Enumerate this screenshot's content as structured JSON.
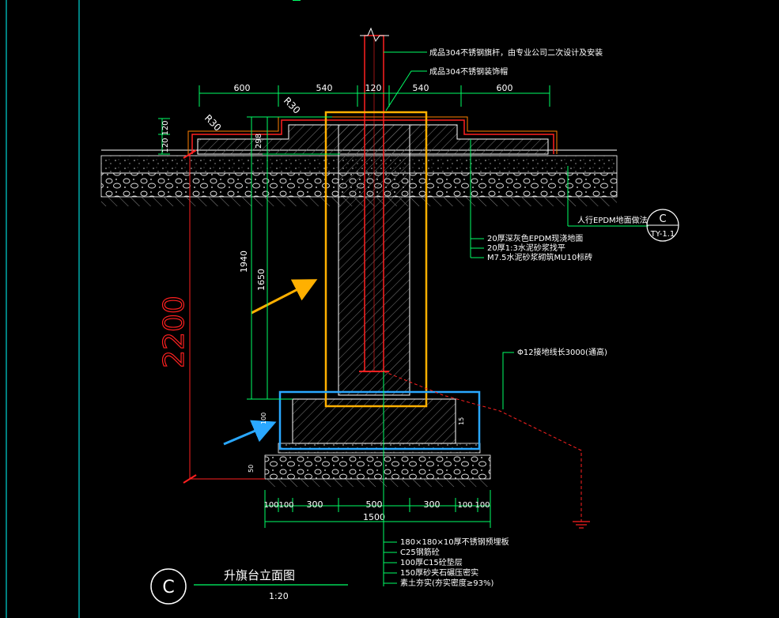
{
  "drawing": {
    "title": "升旗台立面图",
    "scale": "1:20",
    "view_id": "C"
  },
  "dimensions": {
    "top": [
      "600",
      "540",
      "120",
      "540",
      "600"
    ],
    "radius_left": "R30",
    "radius_right": "R30",
    "step_heights": [
      "120",
      "120"
    ],
    "dim_298": "298",
    "dim_1940": "1940",
    "dim_1650": "1650",
    "total_height": "2200",
    "bottom": [
      "100",
      "100",
      "300",
      "500",
      "300",
      "100",
      "100"
    ],
    "bottom_total": "1500",
    "small_left": [
      "100",
      "50"
    ],
    "small_right": "15"
  },
  "annotations": {
    "flagpole": "成品304不锈钢旗杆，由专业公司二次设计及安装",
    "decor_cap": "成品304不锈钢装饰帽",
    "epdm_ref": "人行EPDM地面做法",
    "ref_symbol_letter": "C",
    "ref_symbol_sheet": "TY-1.1",
    "layers_top": [
      "20厚深灰色EPDM现浇地面",
      "20厚1:3水泥砂浆找平",
      "M7.5水泥砂浆砌筑MU10标砖"
    ],
    "grounding": "Φ12接地线长3000(通高)",
    "layers_bottom": [
      "180×180×10厚不锈钢预埋板",
      "C25钢筋砼",
      "100厚C15砼垫层",
      "150厚砂夹石碾压密实",
      "素土夯实(夯实密度≥93%)"
    ]
  },
  "colors": {
    "background": "#000000",
    "outline": "#ffffff",
    "dimension": "#00ff66",
    "cyan": "#00ffff",
    "red": "#ff2020",
    "highlight_orange": "#ffb000",
    "highlight_blue": "#2aa8ff"
  }
}
